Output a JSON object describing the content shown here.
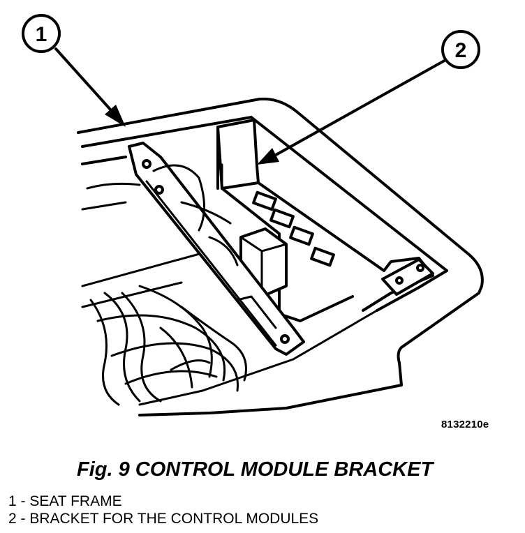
{
  "callouts": [
    {
      "number": "1"
    },
    {
      "number": "2"
    }
  ],
  "figure_id": "8132210e",
  "caption": "Fig. 9 CONTROL MODULE BRACKET",
  "legend": [
    {
      "text": "1 - SEAT FRAME"
    },
    {
      "text": "2 - BRACKET FOR THE CONTROL MODULES"
    }
  ]
}
